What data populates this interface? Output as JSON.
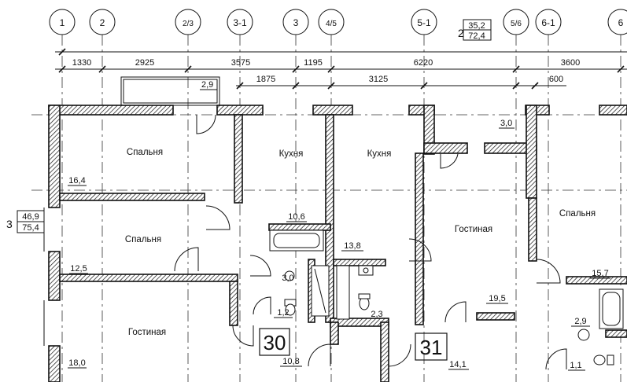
{
  "axes": [
    {
      "id": "ax-1",
      "label": "1"
    },
    {
      "id": "ax-2",
      "label": "2"
    },
    {
      "id": "ax-23",
      "label": "2/3"
    },
    {
      "id": "ax-31",
      "label": "3-1"
    },
    {
      "id": "ax-3",
      "label": "3"
    },
    {
      "id": "ax-45",
      "label": "4/5"
    },
    {
      "id": "ax-51",
      "label": "5-1"
    },
    {
      "id": "ax-56",
      "label": "5/6"
    },
    {
      "id": "ax-61",
      "label": "6-1"
    },
    {
      "id": "ax-6",
      "label": "6"
    }
  ],
  "dimensions_top": [
    "1330",
    "2925",
    "3575",
    "1195",
    "6220",
    "3600"
  ],
  "dimensions_second": [
    "1875",
    "3125",
    "600"
  ],
  "apartment_badges": {
    "top": {
      "rooms": "2",
      "living_area": "35,2",
      "total_area": "72,4"
    },
    "left": {
      "rooms": "3",
      "living_area": "46,9",
      "total_area": "75,4"
    }
  },
  "rooms": [
    {
      "id": "r1",
      "name": "Спальня",
      "area": "16,4"
    },
    {
      "id": "r2",
      "name": "Кухня",
      "area": "10,6"
    },
    {
      "id": "r3",
      "name": "Кухня",
      "area": "13,8"
    },
    {
      "id": "r4",
      "name": "Спальня",
      "area": "12,5"
    },
    {
      "id": "r5",
      "name": "Гостиная",
      "area": "18,0"
    },
    {
      "id": "r6",
      "name": "Гостиная",
      "area": "19,5"
    },
    {
      "id": "r7",
      "name": "Спальня",
      "area": "15,7"
    }
  ],
  "other_areas": [
    "2,9",
    "3,0",
    "3,0",
    "1,2",
    "2,3",
    "10,8",
    "14,1",
    "2,9",
    "1,1"
  ],
  "apartment_numbers": [
    "30",
    "31"
  ]
}
